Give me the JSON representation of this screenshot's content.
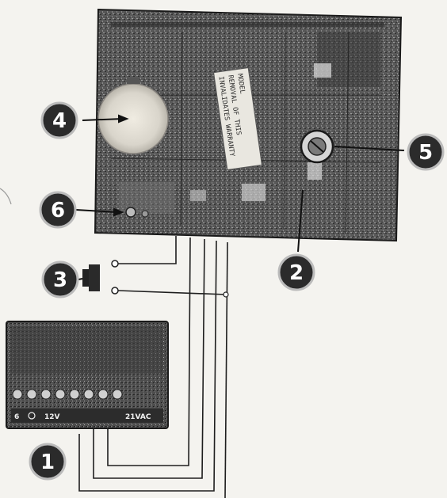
{
  "callouts": {
    "c1": "1",
    "c2": "2",
    "c3": "3",
    "c4": "4",
    "c5": "5",
    "c6": "6"
  },
  "keypad_labels": {
    "l6": "6",
    "l12v": "12V",
    "l21vac": "21VAC"
  },
  "warning_label": {
    "line1": "MODEL",
    "line2": "REMOVAL OF THIS",
    "line3": "INVALIDATES WARRANTY"
  },
  "colors": {
    "callout_fill": "#2b2b2b",
    "board_fill": "#4a4a4a",
    "wire": "#1e1e1e",
    "paper": "#f4f3ef"
  }
}
